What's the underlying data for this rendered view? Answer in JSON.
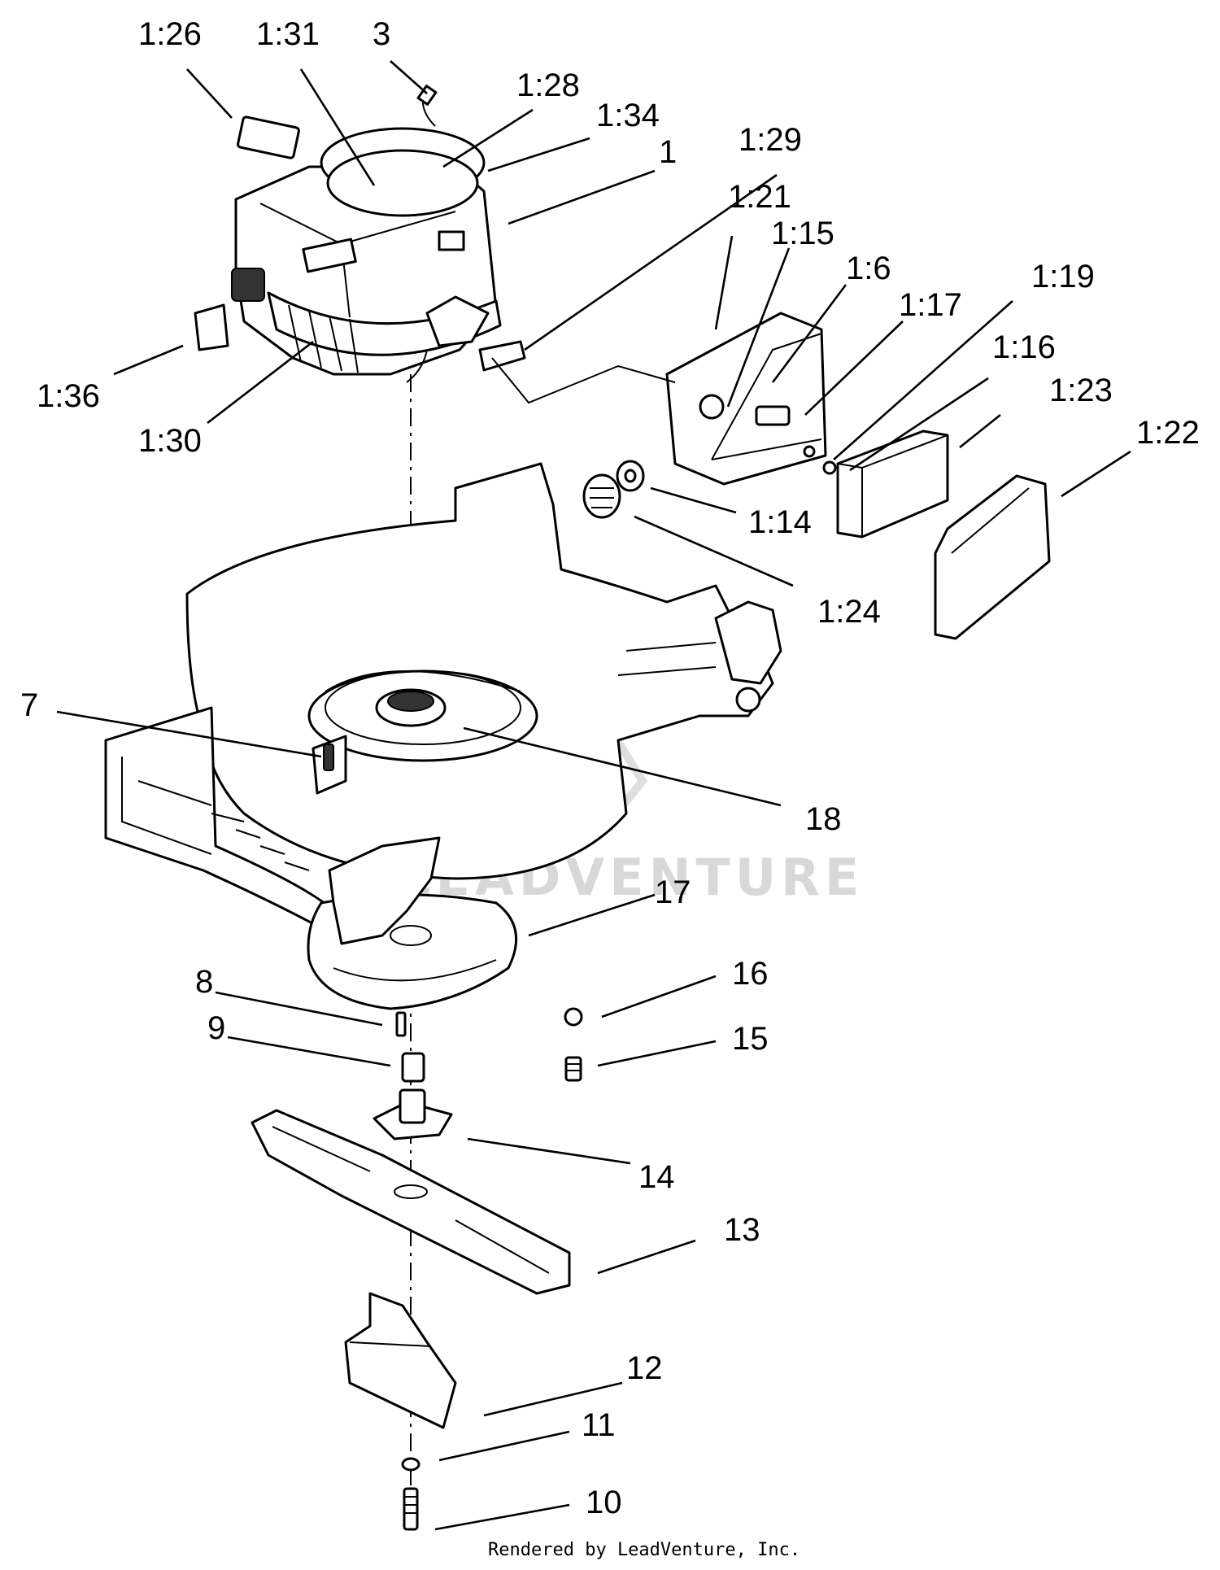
{
  "callouts": [
    {
      "id": "1:26",
      "text": "1:26"
    },
    {
      "id": "1:31",
      "text": "1:31"
    },
    {
      "id": "3",
      "text": "3"
    },
    {
      "id": "1:28",
      "text": "1:28"
    },
    {
      "id": "1:34",
      "text": "1:34"
    },
    {
      "id": "1",
      "text": "1"
    },
    {
      "id": "1:29",
      "text": "1:29"
    },
    {
      "id": "1:21",
      "text": "1:21"
    },
    {
      "id": "1:15",
      "text": "1:15"
    },
    {
      "id": "1:6",
      "text": "1:6"
    },
    {
      "id": "1:17",
      "text": "1:17"
    },
    {
      "id": "1:19",
      "text": "1:19"
    },
    {
      "id": "1:16",
      "text": "1:16"
    },
    {
      "id": "1:23",
      "text": "1:23"
    },
    {
      "id": "1:22",
      "text": "1:22"
    },
    {
      "id": "1:36",
      "text": "1:36"
    },
    {
      "id": "1:30",
      "text": "1:30"
    },
    {
      "id": "1:14",
      "text": "1:14"
    },
    {
      "id": "1:24",
      "text": "1:24"
    },
    {
      "id": "7",
      "text": "7"
    },
    {
      "id": "18",
      "text": "18"
    },
    {
      "id": "17",
      "text": "17"
    },
    {
      "id": "8",
      "text": "8"
    },
    {
      "id": "16",
      "text": "16"
    },
    {
      "id": "9",
      "text": "9"
    },
    {
      "id": "15",
      "text": "15"
    },
    {
      "id": "14",
      "text": "14"
    },
    {
      "id": "13",
      "text": "13"
    },
    {
      "id": "12",
      "text": "12"
    },
    {
      "id": "11",
      "text": "11"
    },
    {
      "id": "10",
      "text": "10"
    }
  ],
  "watermark": "LEADVENTURE",
  "footer": "Rendered by LeadVenture, Inc."
}
